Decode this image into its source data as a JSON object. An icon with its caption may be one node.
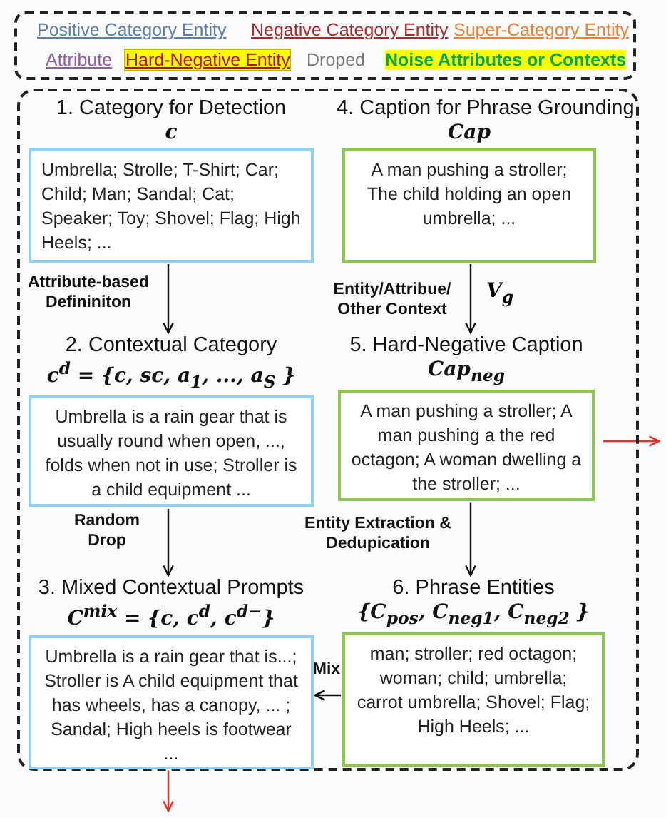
{
  "diagram": {
    "nodes": [
      {
        "text": [],
        "shape": "box"
      },
      {
        "text": [
          "1. Category for Detection",
          "c",
          "Umbrella; Strolle; T-Shirt; Car; Child; Man; Sandal; Cat; Speaker; Toy; Shovel; Flag; High Heels; ..."
        ],
        "in": 0
      },
      {
        "text": [
          "4. Caption for Phrase Grounding",
          "Cap",
          "A man pushing a stroller; The child holding an open umbrella; ..."
        ],
        "in": 0
      },
      {
        "text": [
          "2. Contextual Category",
          "c$^{d}$ = {c, sc, a$_{1}$, ..., a$_{S}$ }",
          "Umbrella is a rain gear that is usually round when open, ..., folds when not in use; Stroller is a child equipment ..."
        ],
        "in": 0
      },
      {
        "text": [
          "5. Hard-Negative Caption",
          "Cap$_{neg}$",
          "A man pushing a stroller; A man pushing a the red octagon; A woman dwelling a the stroller; ..."
        ],
        "in": 0
      },
      {
        "text": [
          "3. Mixed Contextual Prompts",
          "C$^{mix}$ = {c, c$^{d}$, c$^{d−}$}",
          "Umbrella is a rain gear that is...; Stroller is A child equipment that has wheels, has a canopy, ... ; Sandal; High heels is footwear ..."
        ],
        "in": 0
      },
      {
        "text": [
          "6. Phrase Entities",
          "{C$_{pos}$, C$_{neg1}$, C$_{neg2}$ }",
          "man; stroller; red octagon; woman; child; umbrella; carrot umbrella; Shovel; Flag; High Heels; ..."
        ],
        "in": 0
      }
    ],
    "edges": [
      {
        "from": 1,
        "to": 3,
        "arrow": "to",
        "label": "Attribute-based Defininiton"
      },
      {
        "from": 2,
        "to": 4,
        "arrow": "to",
        "label": "Entity/Attribue/ Other Context"
      },
      {
        "from": 3,
        "to": 5,
        "arrow": "to",
        "label": "Random Drop"
      },
      {
        "from": 4,
        "to": 6,
        "arrow": "to",
        "label": "Entity Extraction & Dedupication"
      },
      {
        "from": 6,
        "to": 5,
        "arrow": "to",
        "label": "Mix"
      },
      {
        "from": 4,
        "to": null,
        "arrow": "to",
        "color": "#e8302a"
      },
      {
        "from": 5,
        "to": null,
        "arrow": "to",
        "color": "#e8302a"
      }
    ],
    "labels": [
      "V$_{g}$"
    ],
    "legend": [
      {
        "text": "Positive Category Entity",
        "color": "#5b7fa8"
      },
      {
        "text": "Negative Category Entity",
        "color": "#a52a2a"
      },
      {
        "text": "Super-Category Entity",
        "color": "#e8823a"
      },
      {
        "text": "Attribute",
        "color": "#8e5ea2"
      },
      {
        "text": "Hard-Negative Entity",
        "color": "#ffff00"
      },
      {
        "text": "Droped",
        "color": "#7a7a7a"
      },
      {
        "text": "Noise Attributes or Contexts",
        "color": "#ffff00"
      }
    ]
  }
}
